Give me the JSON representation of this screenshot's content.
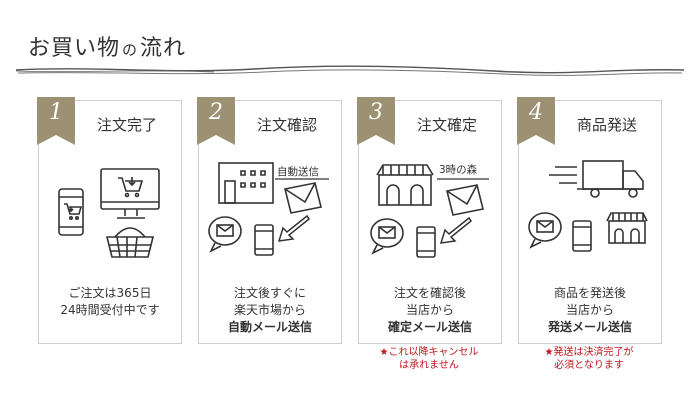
{
  "header": {
    "title_a": "お買い物",
    "title_b": "の",
    "title_c": "流れ"
  },
  "colors": {
    "tab": "#9c9173",
    "border": "#cfcfcf",
    "note": "#c0151a"
  },
  "steps": [
    {
      "num": "1",
      "title": "注文完了",
      "lines": [
        "ご注文は365日",
        "24時間受付中です"
      ],
      "icons": [
        "smartphone-cart-icon",
        "monitor-cart-icon",
        "basket-icon"
      ]
    },
    {
      "num": "2",
      "title": "注文確認",
      "illus_label": "自動送信",
      "lines": [
        "注文後すぐに",
        "楽天市場から",
        "自動メール送信"
      ],
      "icons": [
        "building-icon",
        "envelope-icon",
        "phone-icon"
      ]
    },
    {
      "num": "3",
      "title": "注文確定",
      "illus_label": "3時の森",
      "lines": [
        "注文を確認後",
        "当店から",
        "確定メール送信"
      ],
      "note": [
        "★これ以降キャンセル",
        "は承れません"
      ],
      "icons": [
        "shop-icon",
        "envelope-icon",
        "phone-icon"
      ]
    },
    {
      "num": "4",
      "title": "商品発送",
      "lines": [
        "商品を発送後",
        "当店から",
        "発送メール送信"
      ],
      "note": [
        "★発送は決済完了が",
        "必須となります"
      ],
      "icons": [
        "truck-icon",
        "envelope-icon",
        "shop-icon"
      ]
    }
  ]
}
